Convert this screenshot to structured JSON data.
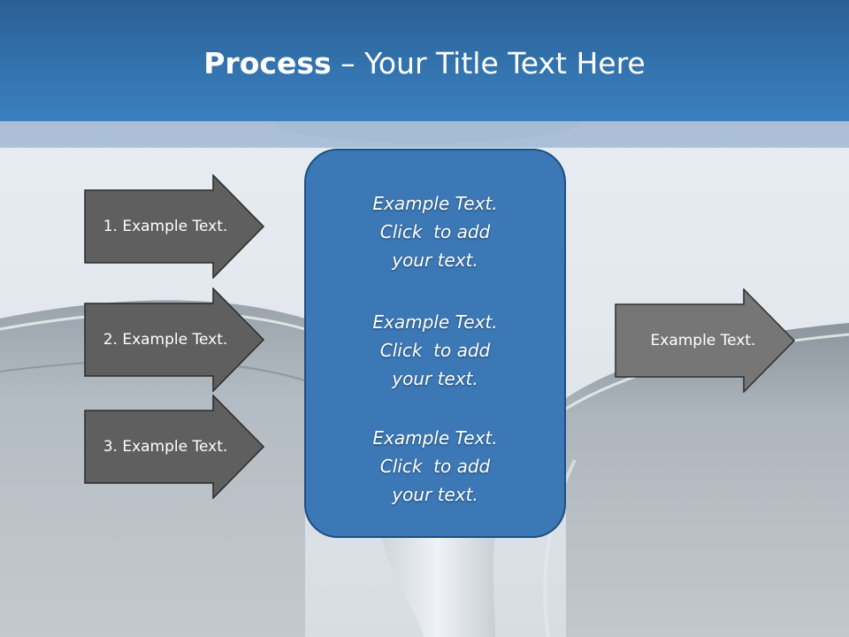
{
  "title": {
    "bold": "Process",
    "rest": " – Your Title Text Here"
  },
  "left_arrows": [
    {
      "label": "1. Example Text."
    },
    {
      "label": "2. Example Text."
    },
    {
      "label": "3. Example Text."
    }
  ],
  "center_blocks": [
    {
      "lines": [
        "Example Text.",
        "Click  to add",
        "your text."
      ]
    },
    {
      "lines": [
        "Example Text.",
        "Click  to add",
        "your text."
      ]
    },
    {
      "lines": [
        "Example Text.",
        "Click  to add",
        "your text."
      ]
    }
  ],
  "right_arrow": {
    "label": "Example Text."
  },
  "colors": {
    "header": "#3373ae",
    "arrow_left_fill": "#5f5f5f",
    "arrow_right_fill": "#767676",
    "center_box": "#3b78b5"
  }
}
